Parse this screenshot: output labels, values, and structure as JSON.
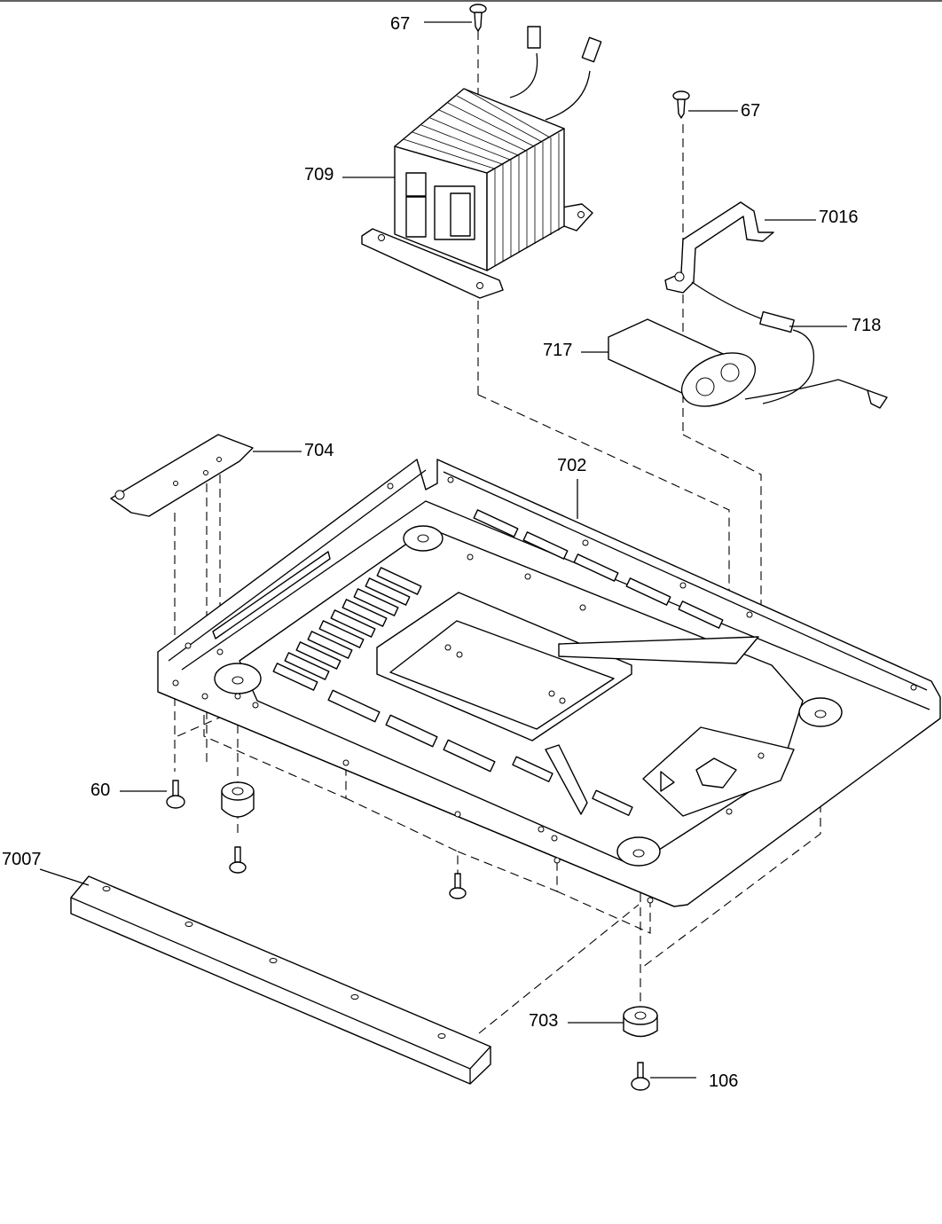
{
  "labels": {
    "screw_top": "67",
    "screw_right": "67",
    "transformer": "709",
    "bracket_7016": "7016",
    "diode": "718",
    "capacitor": "717",
    "bracket_704": "704",
    "base_plate": "702",
    "screw_60": "60",
    "rail": "7007",
    "foot": "703",
    "screw_106": "106"
  }
}
